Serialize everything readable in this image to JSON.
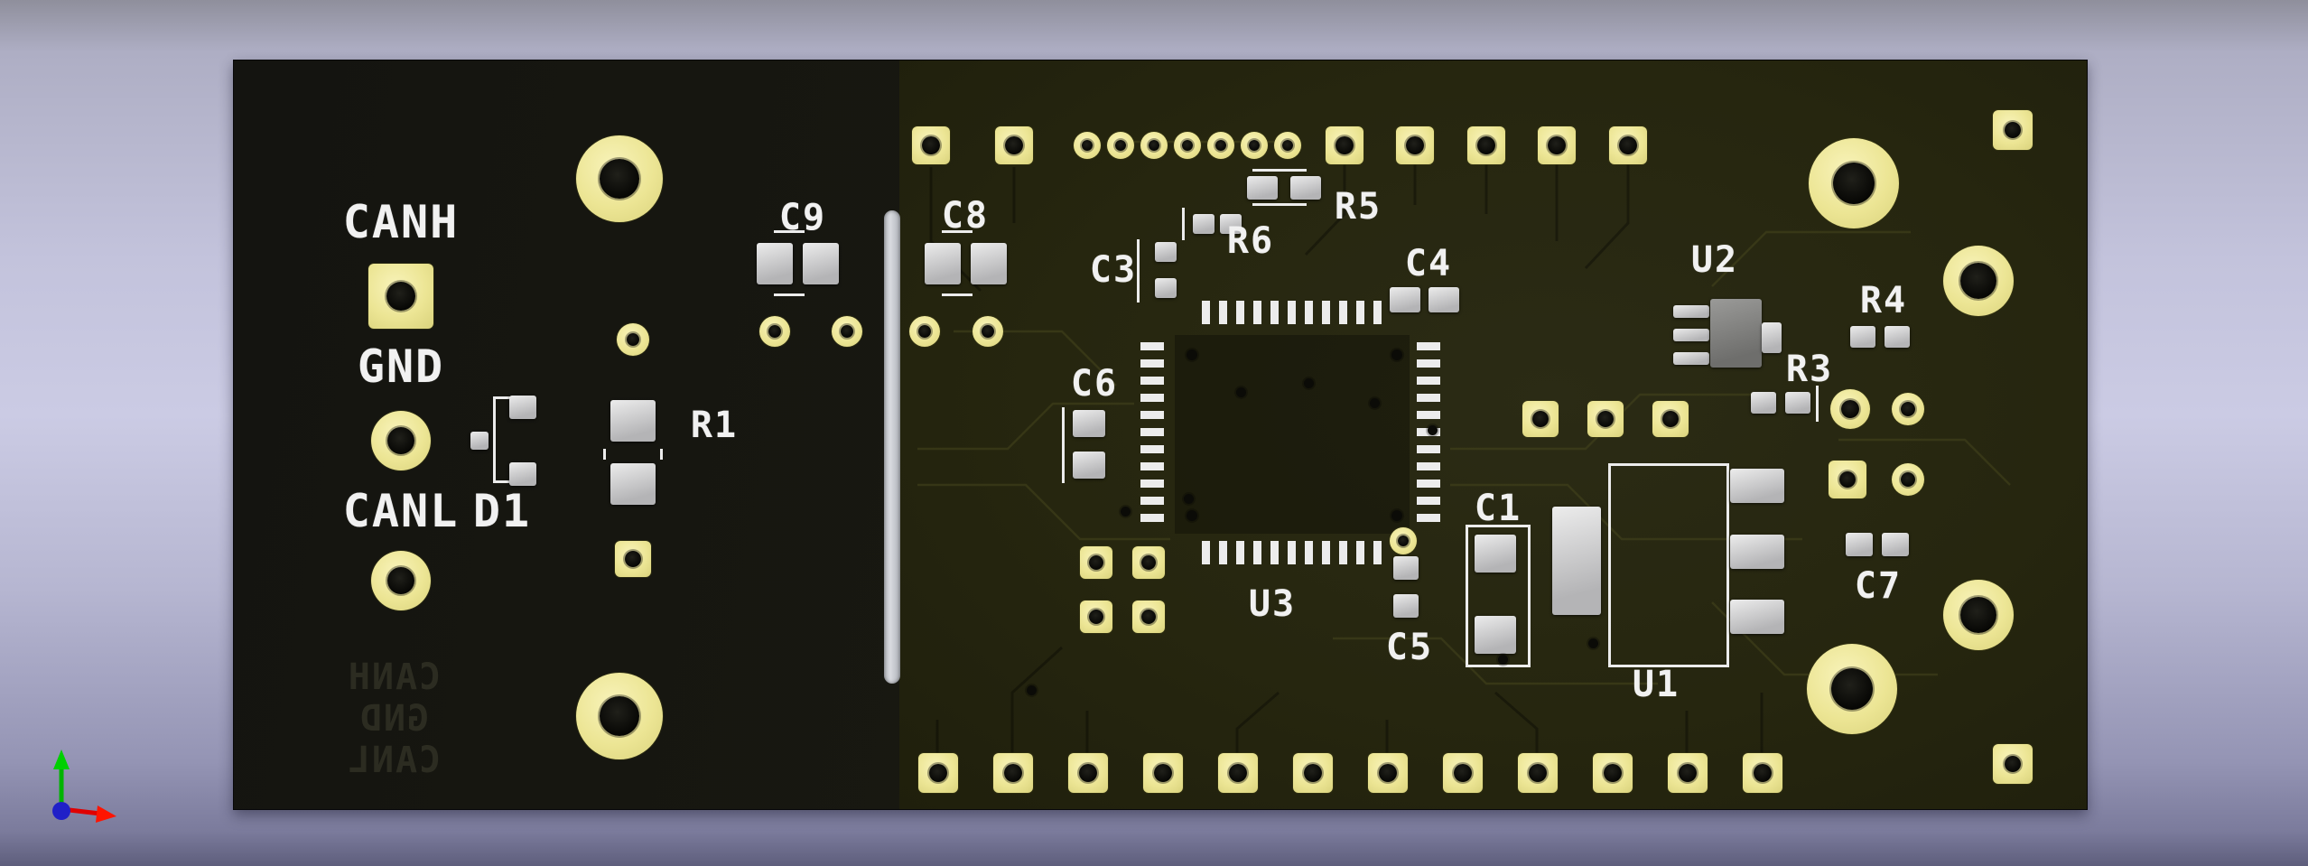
{
  "view": {
    "type": "pcb-3d-render",
    "description": "3D rendered view of a CAN transceiver printed circuit board"
  },
  "board": {
    "labels": {
      "canh": "CANH",
      "gnd": "GND",
      "canl": "CANL",
      "d1": "D1",
      "r1": "R1",
      "c9": "C9",
      "c8": "C8",
      "c3": "C3",
      "r6": "R6",
      "r5": "R5",
      "c4": "C4",
      "c6": "C6",
      "u3": "U3",
      "u2": "U2",
      "r4": "R4",
      "r3": "R3",
      "c1": "C1",
      "c5": "C5",
      "u1": "U1",
      "c7": "C7"
    },
    "back_silkscreen": {
      "line1": "CANH",
      "line2": "GND",
      "line3": "CANL"
    },
    "colors": {
      "substrate": "#191911",
      "copper_pour": "#26260f",
      "pad_gold": "#ece594",
      "drill_hole": "#050503",
      "silkscreen": "#ececec",
      "smd_pad": "#c8c8c8",
      "slot": "#c9ccd2",
      "background_top": "#8f8f9c",
      "background_mid": "#cbcbe4",
      "background_bottom": "#5e5e7c"
    }
  },
  "axis_indicator": {
    "x_axis_color": "#e00000",
    "y_axis_color": "#00b400",
    "z_axis_color": "#2020c8"
  }
}
